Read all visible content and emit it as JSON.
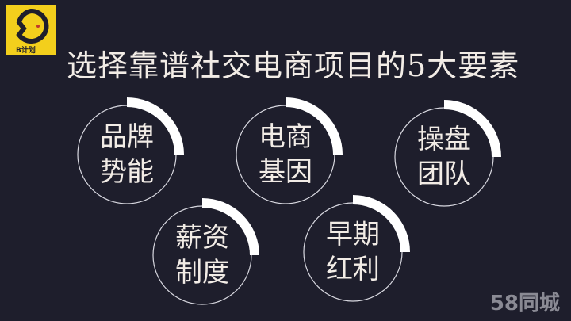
{
  "logo": {
    "text": "B计划",
    "icon": "fish-logo-icon",
    "bg_color": "#f3cf1c"
  },
  "title": "选择靠谱社交电商项目的5大要素",
  "factors": [
    {
      "line1": "品牌",
      "line2": "势能"
    },
    {
      "line1": "电商",
      "line2": "基因"
    },
    {
      "line1": "操盘",
      "line2": "团队"
    },
    {
      "line1": "薪资",
      "line2": "制度"
    },
    {
      "line1": "早期",
      "line2": "红利"
    }
  ],
  "watermark": "58同城",
  "colors": {
    "background": "#1e1e2c",
    "text": "#f2ece6",
    "accent": "#ffffff"
  }
}
